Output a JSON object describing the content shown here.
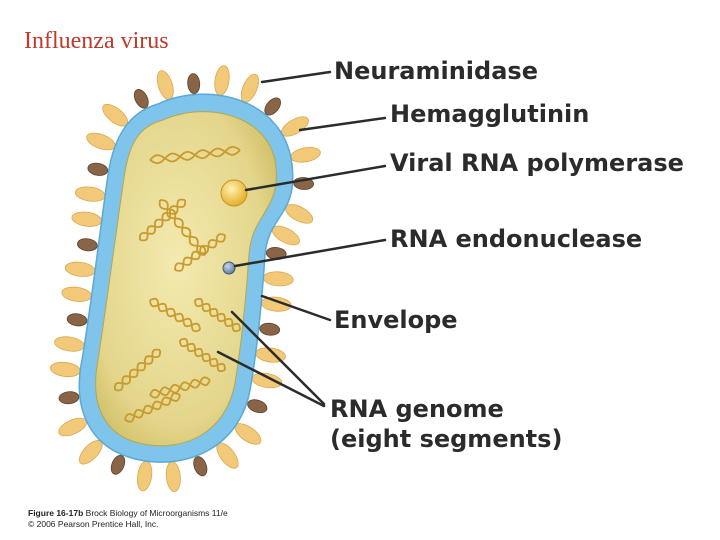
{
  "title": "Influenza virus",
  "labels": {
    "neuraminidase": "Neuraminidase",
    "hemagglutinin": "Hemagglutinin",
    "polymerase": "Viral RNA polymerase",
    "endonuclease": "RNA endonuclease",
    "envelope": "Envelope",
    "genome_line1": "RNA genome",
    "genome_line2": "(eight segments)"
  },
  "caption": {
    "figure": "Figure 16-17b",
    "book": "Brock Biology of Microorganisms 11/e",
    "copyright": "© 2006 Pearson Prentice Hall, Inc."
  },
  "colors": {
    "title": "#c0392b",
    "envelope": "#7fc4ea",
    "core": "#e3d58a",
    "hemagglutinin_spike": "#f2c879",
    "neuraminidase_spike": "#8a6446",
    "rna_strand": "#c99a2e",
    "polymerase": "#f3c23c",
    "endonuclease": "#7d97b5"
  }
}
